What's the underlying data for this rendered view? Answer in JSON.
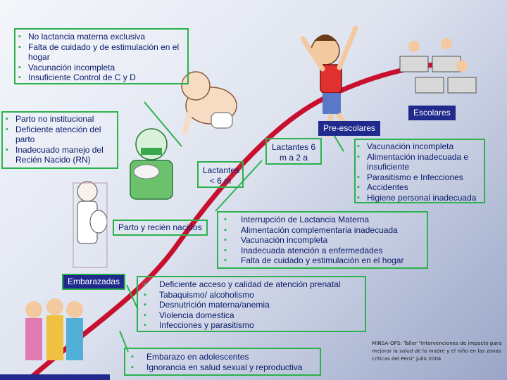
{
  "boxes": {
    "top_left": {
      "items": [
        "No lactancia materna exclusiva",
        "Falta de cuidado y de estimulación en el hogar",
        "Vacunación incompleta",
        "Insuficiente Control de C y D"
      ]
    },
    "left": {
      "items": [
        "Parto no institucional",
        "Deficiente atención del parto",
        "Inadecuado manejo del Recién Nacido (RN)"
      ]
    },
    "right": {
      "items": [
        "Vacunación incompleta",
        "Alimentación inadecuada e insuficiente",
        "Parasitismo e Infecciones",
        "Accidentes",
        "Higiene personal inadecuada"
      ]
    },
    "middle": {
      "items": [
        "Interrupción de Lactancia Materna",
        "Alimentación complementaria inadecuada",
        "Vacunación incompleta",
        "Inadecuada atención a enfermedades",
        "Falta de cuidado y estimulación en el  hogar"
      ]
    },
    "lower": {
      "items": [
        "Deficiente acceso y calidad de atención prenatal",
        "Tabaquismo/ alcoholismo",
        "Desnutrición materna/anemia",
        "Violencia domestica",
        "Infecciones y parasitismo"
      ]
    },
    "bottom": {
      "items": [
        "Embarazo en adolescentes",
        "Ignorancia en salud sexual y reproductiva"
      ]
    }
  },
  "stages": {
    "escolares": "Escolares",
    "preescolares": "Pre-escolares",
    "lactantes_6m_2a": "Lactantes 6 m a 2 a",
    "lactantes_6m": "Lactantes < 6 m",
    "parto": "Parto y recién nacidos",
    "embarazadas": "Embarazadas"
  },
  "citation": "MINSA-OPS: Taller \"Intervenciones de impacto para mejorar la salud de la madre y el niño en las zonas críticas del Perú\" julio 2004",
  "colors": {
    "curve": "#c8102e",
    "box_border": "#2bb24c",
    "label_bg": "#1f2a8c",
    "text": "#0a1a6b"
  }
}
